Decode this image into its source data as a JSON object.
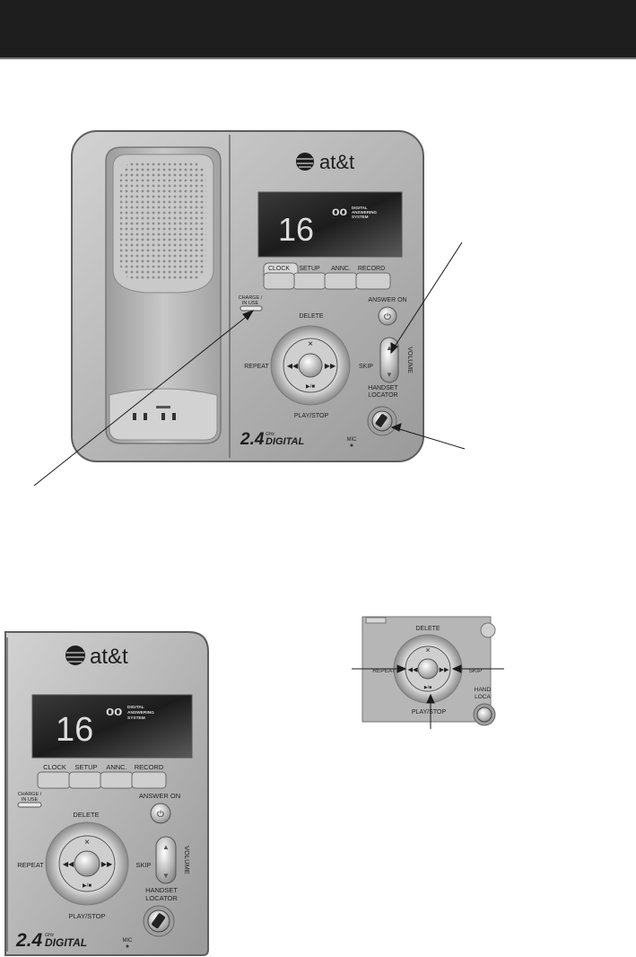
{
  "brand": "at&t",
  "display_digits": "16",
  "digital_label": [
    "DIGITAL",
    "ANSWERING",
    "SYSTEM"
  ],
  "buttons": [
    "CLOCK",
    "SETUP",
    "ANNC.",
    "RECORD"
  ],
  "labels": {
    "charge": [
      "CHARGE /",
      "IN USE"
    ],
    "answer_on": "ANSWER ON",
    "delete": "DELETE",
    "repeat": "REPEAT",
    "skip": "SKIP",
    "volume": "VOLUME",
    "handset_locator": [
      "HANDSET",
      "LOCATOR"
    ],
    "play_stop": "PLAY/STOP",
    "mic": "MIC",
    "band_num": "2.4",
    "band_ghz": "GHz",
    "band_word": "DIGITAL"
  },
  "inset_labels": {
    "delete": "DELETE",
    "repeat": "REPEAT",
    "skip": "SKIP",
    "play_stop": "PLAY/STOP",
    "hand": "HAND",
    "loca": "LOCA"
  },
  "colors": {
    "header": "#1e1e1e",
    "body": "#b8b8b8",
    "body_edge": "#6e6e6e",
    "lcd": "#2a2a2a"
  }
}
